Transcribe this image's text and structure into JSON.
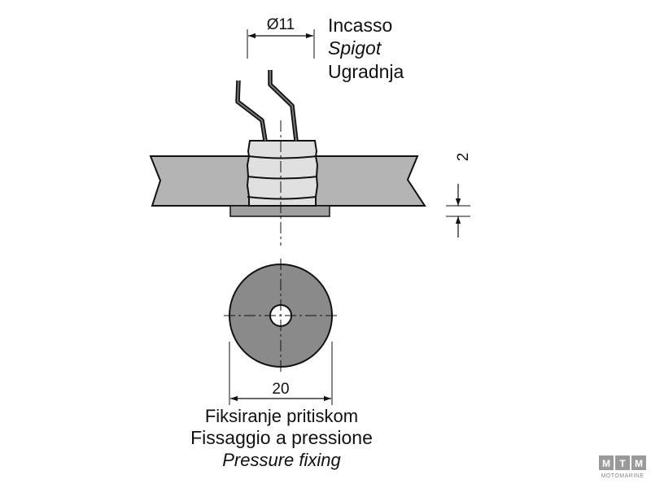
{
  "top_labels": {
    "line1": "Incasso",
    "line2": "Spigot",
    "line3": "Ugradnja"
  },
  "dimensions": {
    "spigot_diameter": "Ø11",
    "panel_thickness": "2",
    "outer_diameter": "20"
  },
  "bottom_labels": {
    "line1": "Fiksiranje pritiskom",
    "line2": "Fissaggio a pressione",
    "line3": "Pressure fixing"
  },
  "logo": {
    "letters": [
      "M",
      "T",
      "M"
    ],
    "subtitle": "MOTOMARINE"
  },
  "colors": {
    "panel": "#b4b4b4",
    "disc": "#8a8a8a",
    "spigot": "#e0e0e0",
    "flange": "#a0a0a0",
    "line": "#111111",
    "logo": "#9a9a9a"
  }
}
